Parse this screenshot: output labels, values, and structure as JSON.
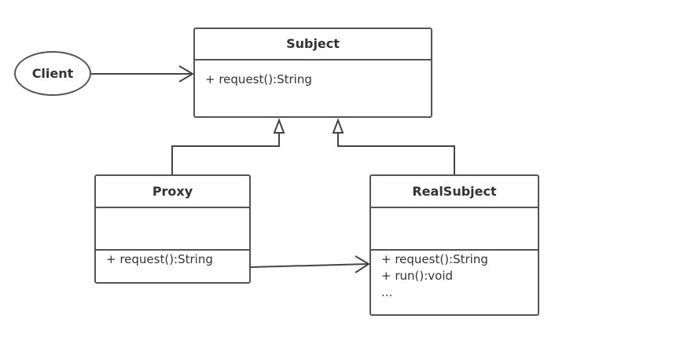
{
  "top_caption": "",
  "classes": {
    "subject": {
      "name": "Subject",
      "attributes": [],
      "operations": [
        "+ request():String"
      ]
    },
    "proxy": {
      "name": "Proxy",
      "attributes": [],
      "operations": [
        "+ request():String"
      ]
    },
    "realsubject": {
      "name": "RealSubject",
      "attributes": [],
      "operations": [
        "+ request():String",
        "+ run():void",
        "..."
      ]
    }
  },
  "actor": {
    "label": "Client"
  },
  "relationships": [
    {
      "from": "Client",
      "to": "Subject",
      "type": "association"
    },
    {
      "from": "Proxy",
      "to": "Subject",
      "type": "realization"
    },
    {
      "from": "RealSubject",
      "to": "Subject",
      "type": "realization"
    },
    {
      "from": "Proxy",
      "to": "RealSubject",
      "type": "association"
    }
  ],
  "colors": {
    "stroke": "#555555",
    "text": "#333333",
    "background": "#ffffff"
  }
}
